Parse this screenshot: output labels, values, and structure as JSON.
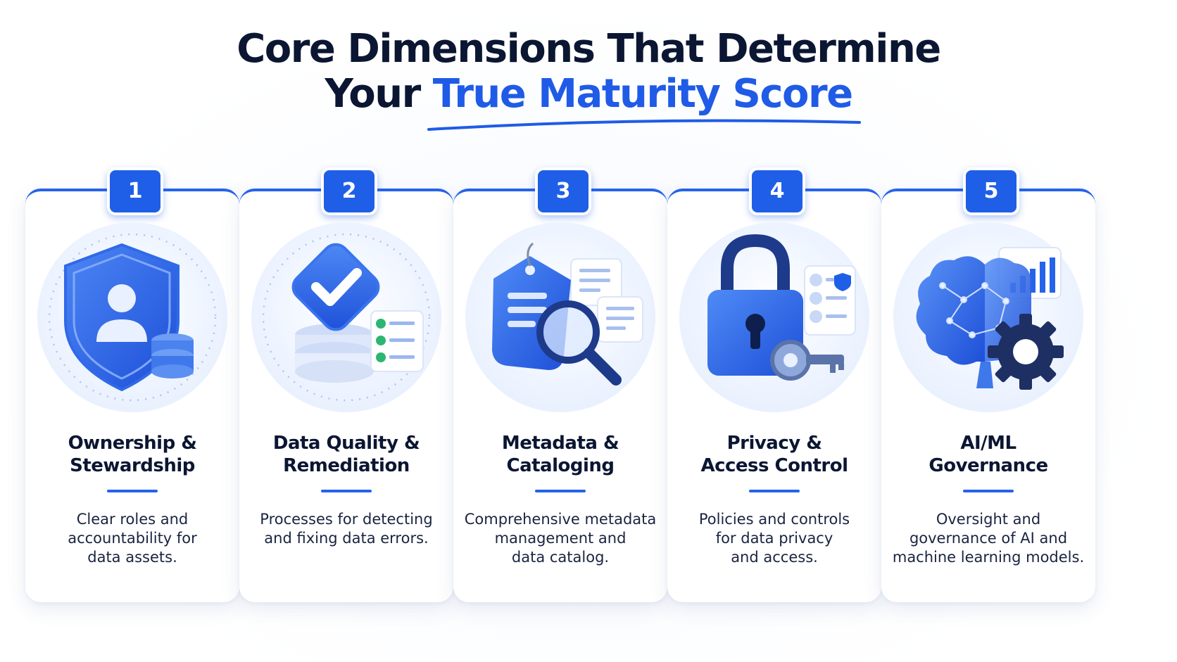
{
  "title": {
    "line1": "Core Dimensions That Determine",
    "line2_plain": "Your ",
    "line2_accent": "True Maturity Score"
  },
  "colors": {
    "accent": "#1f5be6",
    "dark": "#0b1632",
    "icon_dark": "#1e3a8a"
  },
  "cards": [
    {
      "number": "1",
      "icon": "shield-user-database-icon",
      "title": [
        "Ownership &",
        "Stewardship"
      ],
      "description": [
        "Clear roles and",
        "accountability for",
        "data assets."
      ]
    },
    {
      "number": "2",
      "icon": "checkmark-database-checklist-icon",
      "title": [
        "Data Quality &",
        "Remediation"
      ],
      "description": [
        "Processes for detecting",
        "and fixing data errors."
      ]
    },
    {
      "number": "3",
      "icon": "tag-magnifier-icon",
      "title": [
        "Metadata &",
        "Cataloging"
      ],
      "description": [
        "Comprehensive metadata",
        "management and",
        "data catalog."
      ]
    },
    {
      "number": "4",
      "icon": "padlock-key-icon",
      "title": [
        "Privacy &",
        "Access Control"
      ],
      "description": [
        "Policies and controls",
        "for data privacy",
        "and access."
      ]
    },
    {
      "number": "5",
      "icon": "brain-gear-chart-icon",
      "title": [
        "AI/ML",
        "Governance"
      ],
      "description": [
        "Oversight and",
        "governance of AI and",
        "machine learning models."
      ]
    }
  ]
}
